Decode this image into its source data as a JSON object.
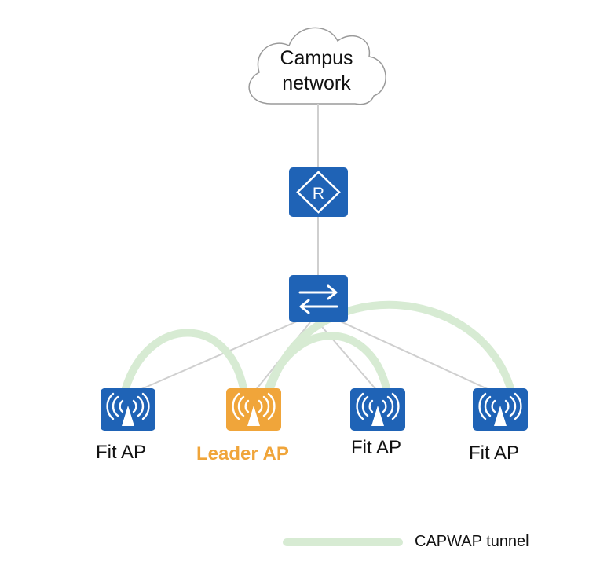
{
  "cloud": {
    "line1": "Campus",
    "line2": "network"
  },
  "devices": {
    "router": {
      "icon": "router-icon",
      "color": "#1f63b6"
    },
    "switch": {
      "icon": "switch-icon",
      "color": "#1f63b6"
    }
  },
  "aps": [
    {
      "label": "Fit AP",
      "role": "fit",
      "icon": "wireless-ap-icon",
      "color": "#1f63b6"
    },
    {
      "label": "Leader AP",
      "role": "leader",
      "icon": "wireless-ap-icon",
      "color": "#f0a53a"
    },
    {
      "label": "Fit AP",
      "role": "fit",
      "icon": "wireless-ap-icon",
      "color": "#1f63b6"
    },
    {
      "label": "Fit AP",
      "role": "fit",
      "icon": "wireless-ap-icon",
      "color": "#1f63b6"
    }
  ],
  "legend": {
    "label": "CAPWAP tunnel",
    "color": "#d7ebd3"
  },
  "colors": {
    "link": "#cfcfcf",
    "tunnel": "#d7ebd3"
  }
}
